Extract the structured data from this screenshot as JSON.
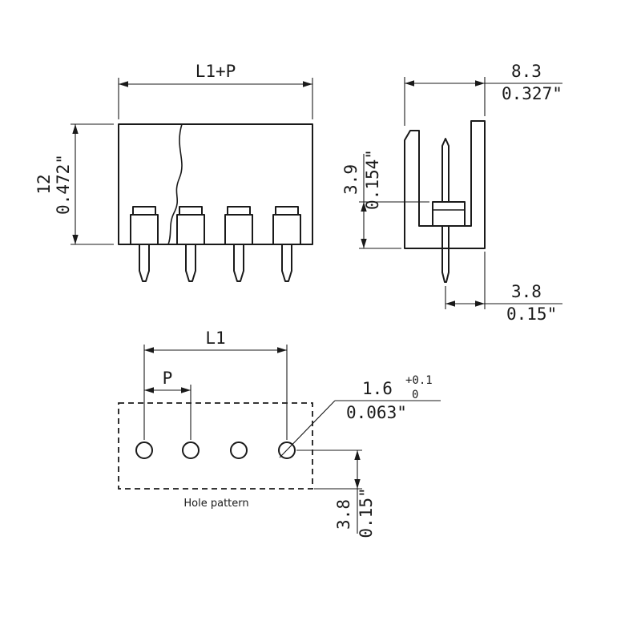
{
  "drawing": {
    "background": "#ffffff",
    "ink": "#1a1a1a",
    "front_view": {
      "width_label": "L1+P",
      "height_mm": "12",
      "height_inch": "0.472\""
    },
    "side_view": {
      "depth_mm": "8.3",
      "depth_inch": "0.327\"",
      "shoulder_mm": "3.9",
      "shoulder_inch": "0.154\"",
      "pin_offset_mm": "3.8",
      "pin_offset_inch": "0.15\""
    },
    "hole_pattern": {
      "caption": "Hole pattern",
      "span_label": "L1",
      "pitch_label": "P",
      "hole_dia_mm": "1.6",
      "hole_dia_tol_upper": "+0.1",
      "hole_dia_tol_lower": "0",
      "hole_dia_inch": "0.063\"",
      "row_offset_mm": "3.8",
      "row_offset_inch": "0.15\""
    }
  }
}
